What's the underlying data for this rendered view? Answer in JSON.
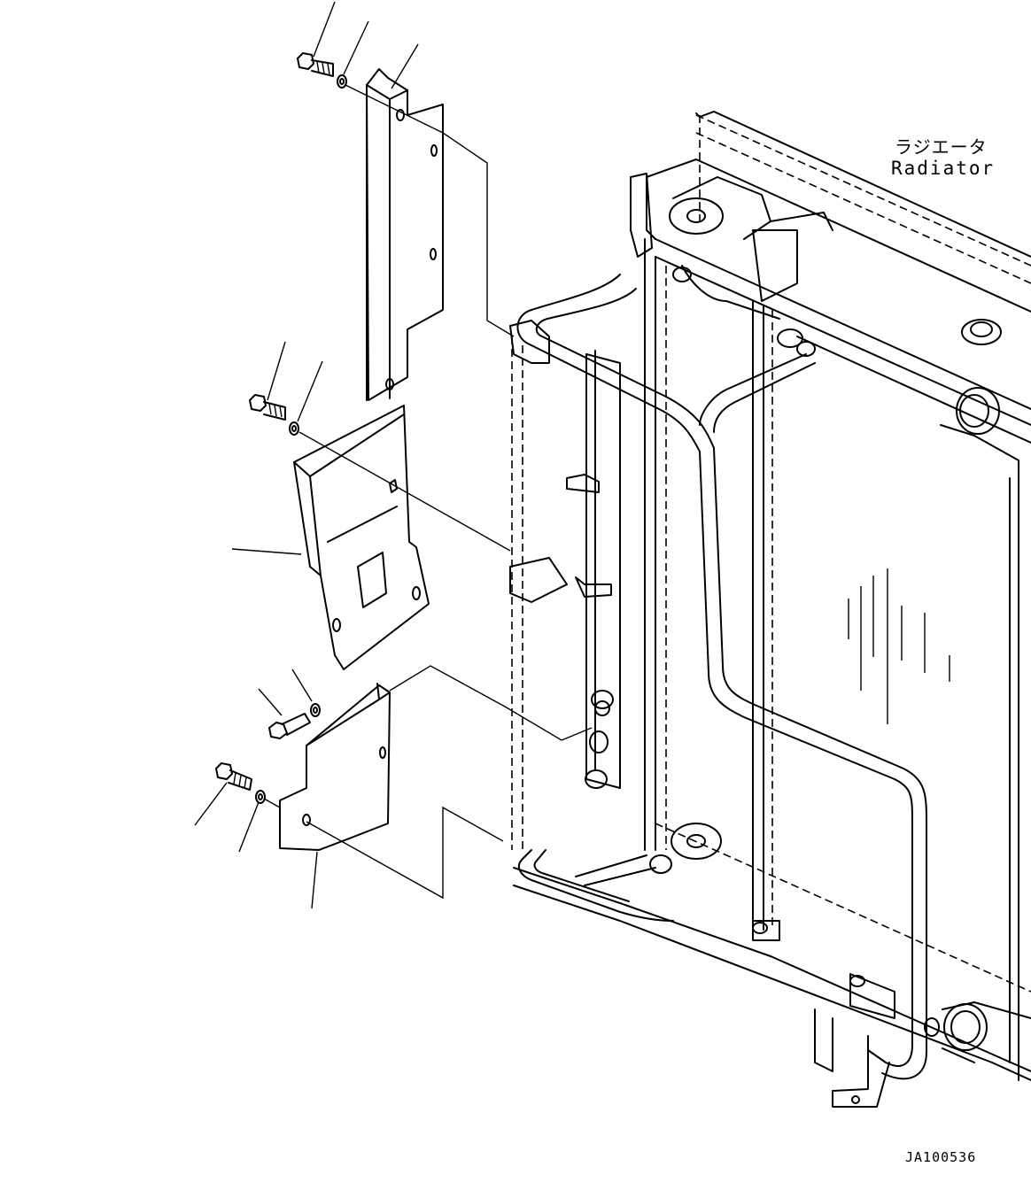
{
  "labels": {
    "radiator_jp": "ラジエータ",
    "radiator_en": "Radiator",
    "drawing_code": "JA100536"
  },
  "colors": {
    "line": "#000000",
    "background": "#ffffff"
  }
}
